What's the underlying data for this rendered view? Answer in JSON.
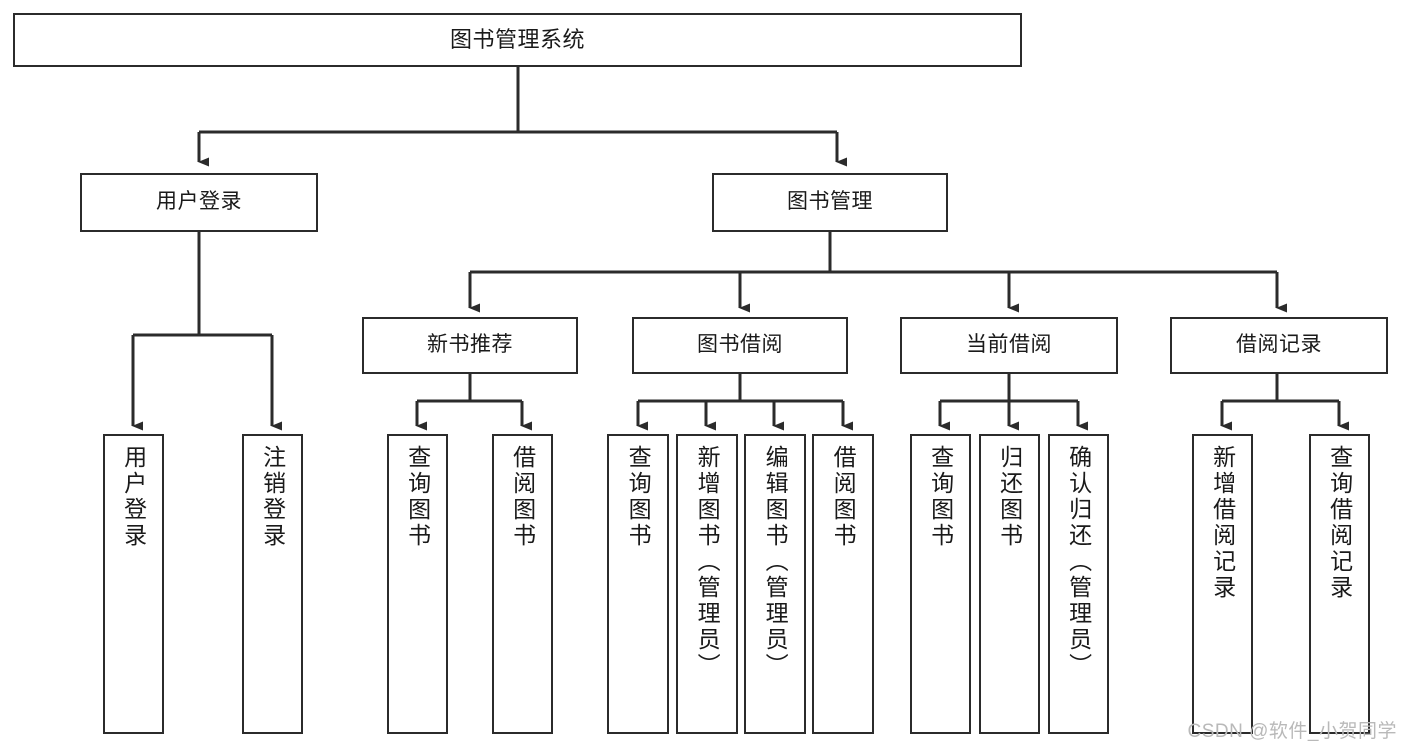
{
  "diagram": {
    "title": "图书管理系统",
    "type": "hierarchy-tree",
    "watermark": "CSDN @软件_小贺同学",
    "colors": {
      "node_border": "#2b2b2b",
      "node_fill": "#ffffff",
      "edge": "#2b2b2b",
      "text": "#1a1a1a",
      "watermark": "#b9b9b9"
    },
    "nodes": {
      "root": {
        "label": "图书管理系统"
      },
      "level2": [
        {
          "id": "user-login",
          "label": "用户登录"
        },
        {
          "id": "book-manage",
          "label": "图书管理"
        }
      ],
      "level3": [
        {
          "id": "new-book-recommend",
          "label": "新书推荐"
        },
        {
          "id": "book-borrow",
          "label": "图书借阅"
        },
        {
          "id": "current-borrow",
          "label": "当前借阅"
        },
        {
          "id": "borrow-record",
          "label": "借阅记录"
        }
      ],
      "leaves": {
        "user_login": [
          {
            "id": "leaf-user-login",
            "label": "用户登录"
          },
          {
            "id": "leaf-logout-login",
            "label": "注销登录"
          }
        ],
        "new_book_recommend": [
          {
            "id": "leaf-query-book-1",
            "label": "查询图书"
          },
          {
            "id": "leaf-borrow-book-1",
            "label": "借阅图书"
          }
        ],
        "book_borrow": [
          {
            "id": "leaf-query-book-2",
            "label": "查询图书"
          },
          {
            "id": "leaf-add-book",
            "label": "新增图书（管理员）"
          },
          {
            "id": "leaf-edit-book",
            "label": "编辑图书（管理员）"
          },
          {
            "id": "leaf-borrow-book-2",
            "label": "借阅图书"
          }
        ],
        "current_borrow": [
          {
            "id": "leaf-query-book-3",
            "label": "查询图书"
          },
          {
            "id": "leaf-return-book",
            "label": "归还图书"
          },
          {
            "id": "leaf-confirm-return",
            "label": "确认归还（管理员）"
          }
        ],
        "borrow_record": [
          {
            "id": "leaf-add-record",
            "label": "新增借阅记录"
          },
          {
            "id": "leaf-query-record",
            "label": "查询借阅记录"
          }
        ]
      }
    }
  }
}
